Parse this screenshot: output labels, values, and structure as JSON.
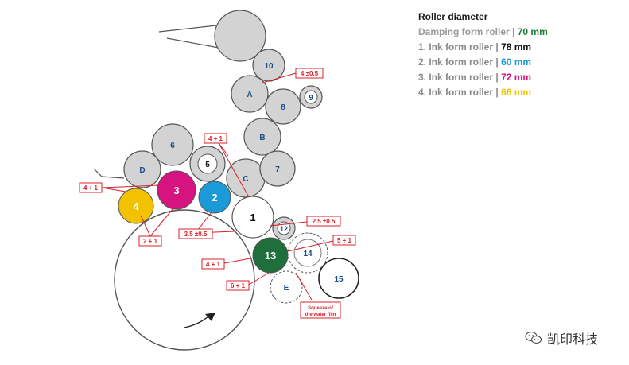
{
  "legend": {
    "title": "Roller diameter",
    "rows": [
      {
        "label": "Damping form roller |",
        "value": "70 mm",
        "value_color": "#1f7a3a"
      },
      {
        "label": "1. Ink form roller |",
        "value": "78 mm",
        "value_color": "#111111"
      },
      {
        "label": "2. Ink form roller |",
        "value": "60 mm",
        "value_color": "#1a9ad6"
      },
      {
        "label": "3. Ink form roller |",
        "value": "72 mm",
        "value_color": "#d6137f"
      },
      {
        "label": "4. Ink form roller |",
        "value": "66 mm",
        "value_color": "#f2c200"
      }
    ]
  },
  "rollers": {
    "r10": "10",
    "rA": "A",
    "r8": "8",
    "r9": "9",
    "rB": "B",
    "r6": "6",
    "r5": "5",
    "rD": "D",
    "rC": "C",
    "r7": "7",
    "r3": "3",
    "r2": "2",
    "r4": "4",
    "r1": "1",
    "r12": "12",
    "r13": "13",
    "r14": "14",
    "rE": "E",
    "r15": "15"
  },
  "labels": {
    "l_4pm05": "4 ±0.5",
    "l_4p1_top": "4 + 1",
    "l_4p1_left": "4 + 1",
    "l_2p1": "2 + 1",
    "l_35pm05": "3.5 ±0.5",
    "l_25pm05": "2.5 ±0.5",
    "l_5p1": "5 + 1",
    "l_4p1_right": "4 + 1",
    "l_6p1": "6 + 1",
    "l_squeeze_1": "Squeeze of",
    "l_squeeze_2": "the water film"
  },
  "colors": {
    "grey_roller": "#d3d3d3",
    "magenta": "#d6137f",
    "cyan": "#1a9ad6",
    "yellow": "#f2c200",
    "green": "#1f6e3c",
    "red_line": "#d8202a",
    "outline": "#555555"
  },
  "watermark": {
    "text": "凯印科技",
    "icon": "wechat-icon"
  }
}
